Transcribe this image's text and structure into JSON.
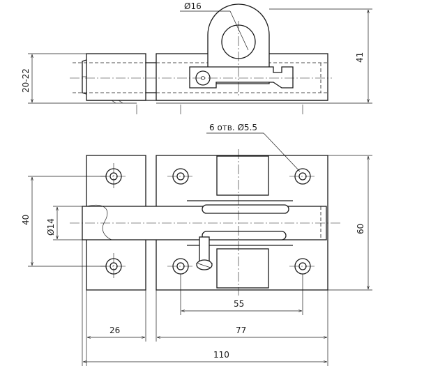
{
  "drawing": {
    "dimensions": {
      "ring_diameter": "Ø16",
      "total_height": "41",
      "bolt_height_range": "20-22",
      "hole_note": "6 отв. Ø5.5",
      "bolt_diameter": "Ø14",
      "plate_height_left": "40",
      "plate_height_right": "60",
      "hole_spacing": "55",
      "left_plate_width": "26",
      "right_plate_width": "77",
      "total_width": "110"
    }
  }
}
